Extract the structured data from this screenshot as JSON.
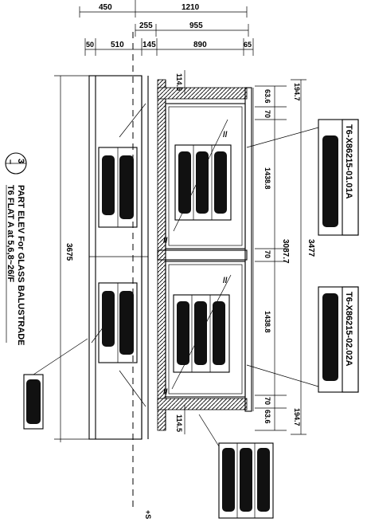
{
  "dimensions": {
    "top_row1": [
      "450",
      "1210"
    ],
    "top_row2": [
      "255",
      "955"
    ],
    "top_row3": [
      "50",
      "510",
      "145",
      "890",
      "65"
    ],
    "side_small": [
      "114.5",
      "114.5"
    ],
    "side_right": [
      "194.7",
      "63.6",
      "70",
      "1438.8",
      "70",
      "1438.8",
      "70",
      "63.6",
      "194.7"
    ],
    "overall_inner": "3087.7",
    "overall_right": "3477",
    "overall_left": "3675"
  },
  "tags": {
    "upper": "T6-X86215-01.01A",
    "lower": "T6-X86215-02.02A"
  },
  "title": {
    "number": "3",
    "dash": "–",
    "line1": "PART ELEV For GLASS BALUSTRADE",
    "line2": "T6 FLAT A at 5,6,8~26/F"
  },
  "level_label": "+S"
}
